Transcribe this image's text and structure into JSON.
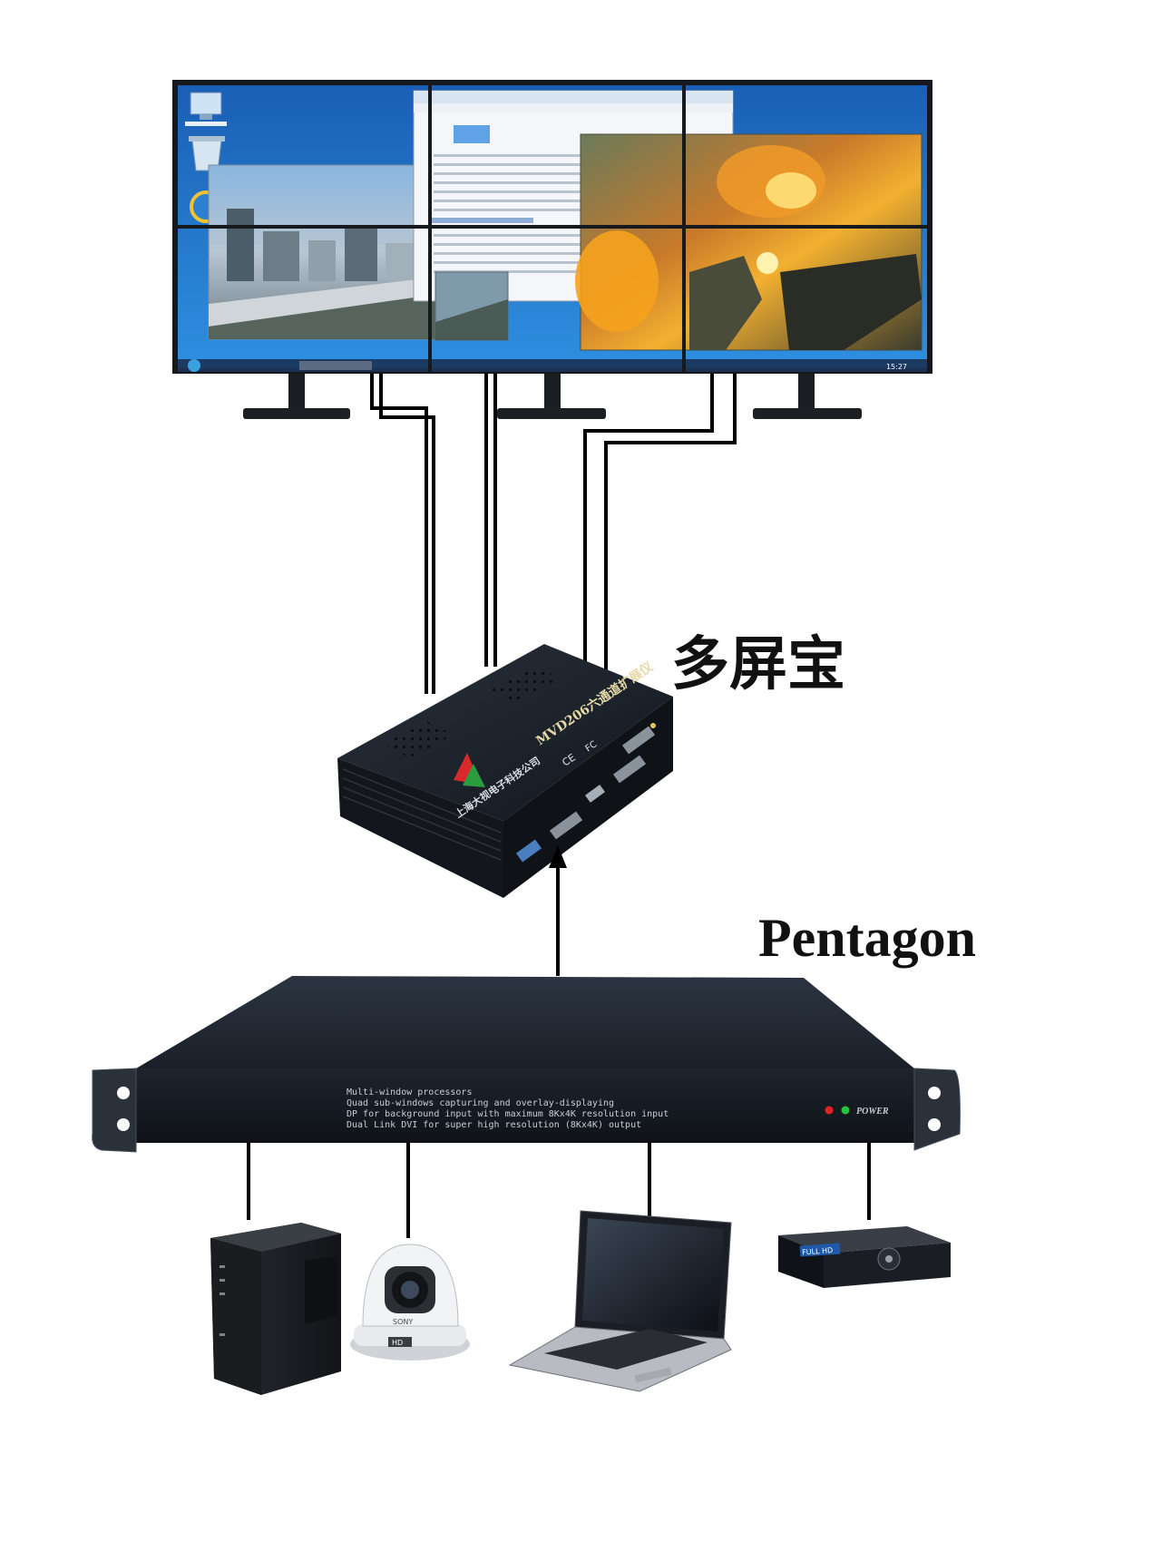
{
  "labels": {
    "splitter_name": "多屏宝",
    "processor_name": "Pentagon"
  },
  "monitors": {
    "taskbar_clock": "15:27"
  },
  "splitter": {
    "brand_text": "MVD206六通道扩展仪",
    "company_text": "上海大视电子科技公司",
    "cert_ce": "CE",
    "cert_fc": "FC"
  },
  "processor": {
    "front_panel_lines": [
      "Multi-window processors",
      "Quad sub-windows capturing and overlay-displaying",
      "DP for background input with maximum 8Kx4K resolution input",
      "Dual Link DVI for super high resolution (8Kx4K) output"
    ],
    "power_label": "POWER"
  },
  "sources": {
    "camera_brand": "SONY",
    "camera_badge": "HD",
    "media_player_badge": "FULL HD"
  },
  "colors": {
    "desktop_blue": "#1c6fc4",
    "device_dark": "#1f2630",
    "cable": "#000000",
    "led_red": "#e22222",
    "led_green": "#22c43a"
  }
}
